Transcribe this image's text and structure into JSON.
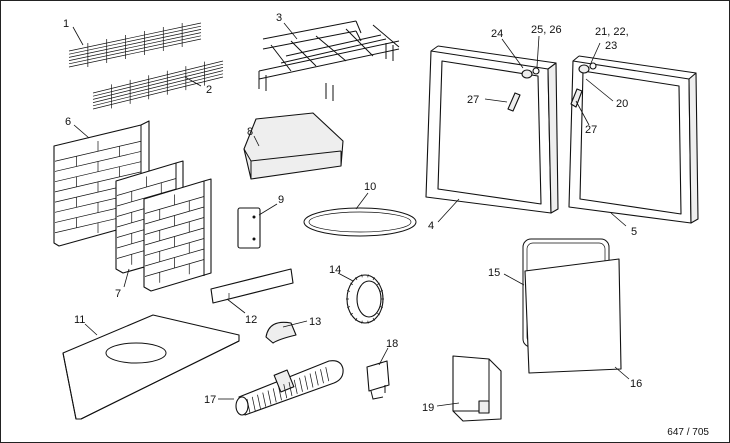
{
  "callouts": {
    "c1": "1",
    "c2": "2",
    "c3": "3",
    "c4": "4",
    "c5": "5",
    "c6": "6",
    "c7": "7",
    "c8": "8",
    "c9": "9",
    "c10": "10",
    "c11": "11",
    "c12": "12",
    "c13": "13",
    "c14": "14",
    "c15": "15",
    "c16": "16",
    "c17": "17",
    "c18": "18",
    "c19": "19",
    "c20": "20",
    "c21": "21, 22,",
    "c21b": "23",
    "c24": "24",
    "c25": "25, 26",
    "c27a": "27",
    "c27b": "27"
  },
  "figure_code": "647 / 705",
  "colors": {
    "line": "#111111",
    "background": "#ffffff",
    "fill_light": "#eeeeee"
  }
}
